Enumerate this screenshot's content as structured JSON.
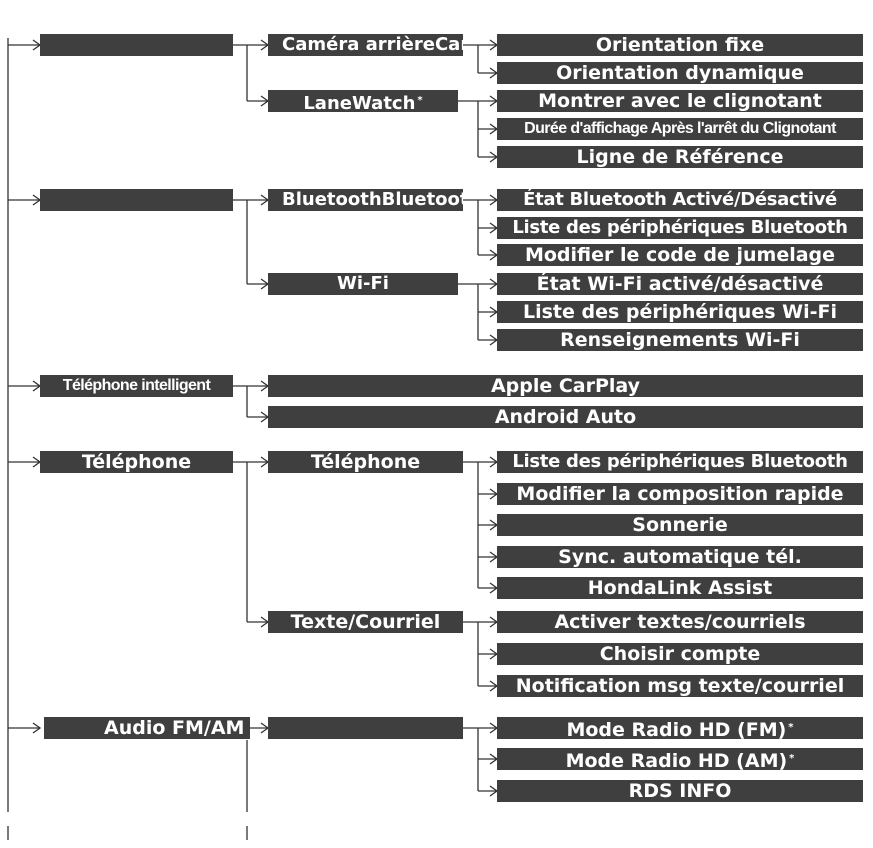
{
  "groups": [
    {
      "level1": "",
      "children": [
        {
          "label": "Caméra arrièreCaméra",
          "items": [
            "Orientation fixe",
            "Orientation dynamique"
          ]
        },
        {
          "label": "LaneWatch",
          "marker": "*",
          "items": [
            "Montrer avec le clignotant",
            "Durée d'affichage Après l'arrêt du Clignotant",
            "Ligne de Référence"
          ]
        }
      ]
    },
    {
      "level1": "",
      "children": [
        {
          "label": "BluetoothBluetooth/Wi-Fi",
          "items": [
            "État Bluetooth Activé/Désactivé",
            "Liste des périphériques Bluetooth",
            "Modifier le code de jumelage"
          ]
        },
        {
          "label": "Wi-Fi",
          "items": [
            "État Wi-Fi activé/désactivé",
            "Liste des périphériques Wi-Fi",
            "Renseignements Wi-Fi"
          ]
        }
      ]
    },
    {
      "level1": "Téléphone intelligent",
      "items": [
        "Apple CarPlay",
        "Android Auto"
      ]
    },
    {
      "level1": "Téléphone",
      "children": [
        {
          "label": "Téléphone",
          "items": [
            "Liste des périphériques Bluetooth",
            "Modifier la composition rapide",
            "Sonnerie",
            "Sync. automatique tél.",
            "HondaLink Assist"
          ]
        },
        {
          "label": "Texte/Courriel",
          "items": [
            "Activer textes/courriels",
            "Choisir compte",
            "Notification msg texte/courriel"
          ]
        }
      ]
    },
    {
      "level1": "Audio FM/AM",
      "children": [
        {
          "label": "",
          "items": [
            "Mode Radio HD (FM)",
            "Mode Radio HD (AM)",
            "RDS INFO"
          ],
          "markers": [
            "*",
            "*",
            ""
          ]
        }
      ]
    }
  ]
}
